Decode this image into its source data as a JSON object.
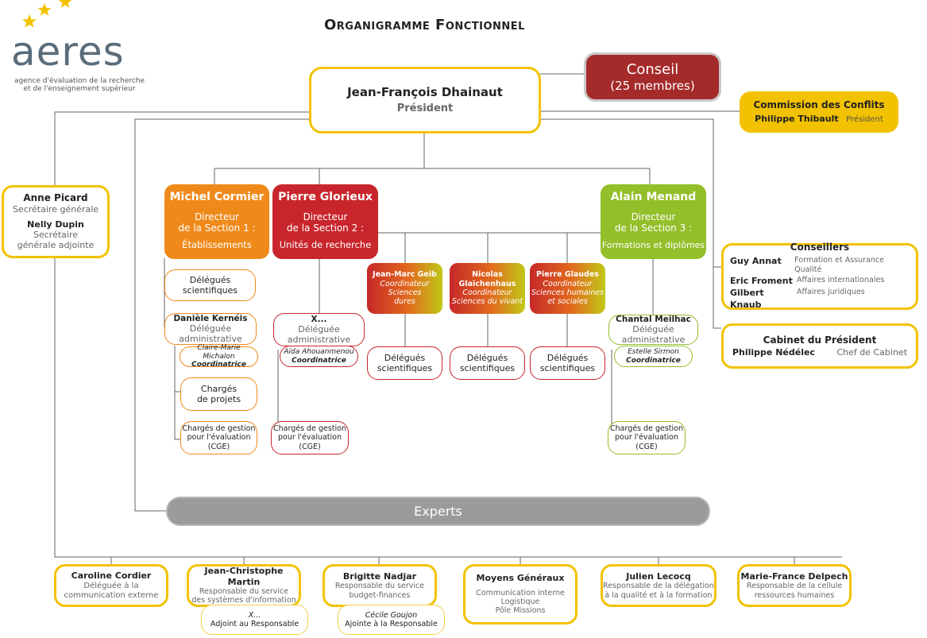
{
  "header": {
    "title": "Organigramme Fonctionnel",
    "logo": {
      "brand": "aeres",
      "tagline_1": "agence d'évaluation de la recherche",
      "tagline_2": "et de l'enseignement supérieur",
      "star_color": "#f2c200",
      "text_color": "#5a6c7a"
    }
  },
  "president": {
    "name": "Jean-François Dhainaut",
    "role": "Président"
  },
  "conseil": {
    "line1": "Conseil",
    "line2": "(25 membres)",
    "color": "#a52a2a"
  },
  "commission": {
    "title": "Commission des Conflits",
    "name": "Philippe Thibault",
    "role": "Président",
    "color": "#f2c200"
  },
  "secretariat": {
    "name1": "Anne Picard",
    "role1": "Secrétaire générale",
    "name2": "Nelly Dupin",
    "role2a": "Secrétaire",
    "role2b": "générale adjointe"
  },
  "conseillers": {
    "title": "Conseillers",
    "rows": [
      {
        "name": "Guy Annat",
        "domain": "Formation et Assurance Qualité"
      },
      {
        "name": "Eric Froment",
        "domain": "Affaires internationales"
      },
      {
        "name": "Gilbert Knaub",
        "domain": "Affaires juridiques"
      }
    ]
  },
  "cabinet": {
    "title": "Cabinet du Président",
    "name": "Philippe Nédélec",
    "role": "Chef de Cabinet"
  },
  "sections": [
    {
      "name": "Michel Cormier",
      "l1": "Directeur",
      "l2": "de la Section 1 :",
      "l3": "Établissements",
      "color": "#ef8a1a"
    },
    {
      "name": "Pierre Glorieux",
      "l1": "Directeur",
      "l2": "de la Section 2 :",
      "l3": "Unités de recherche",
      "color": "#c8262c"
    },
    {
      "name": "Alain Menand",
      "l1": "Directeur",
      "l2": "de la Section 3 :",
      "l3": "Formations et diplômes",
      "color": "#93bf2a"
    }
  ],
  "section1": {
    "delegues": {
      "l1": "Délégués",
      "l2": "scientifiques"
    },
    "deleguee": {
      "name": "Danièle Kernéis",
      "l1": "Déléguée",
      "l2": "administrative"
    },
    "coordinatrice": {
      "name": "Claire-Marie Michalon",
      "role": "Coordinatrice"
    },
    "charges_projets": {
      "l1": "Chargés",
      "l2": "de projets"
    },
    "cge": {
      "l1": "Chargés de gestion",
      "l2": "pour l'évaluation",
      "l3": "(CGE)"
    }
  },
  "section2": {
    "deleguee": {
      "name": "X...",
      "l1": "Déléguée",
      "l2": "administrative"
    },
    "coordinatrice": {
      "name": "Aïda Ahouanmenou",
      "role": "Coordinatrice"
    },
    "cge": {
      "l1": "Chargés de gestion",
      "l2": "pour l'évaluation",
      "l3": "(CGE)"
    }
  },
  "coordinateurs": [
    {
      "n1": "Jean-Marc Geib",
      "n2": "",
      "role": "Coordinateur",
      "d1": "Sciences",
      "d2": "dures"
    },
    {
      "n1": "Nicolas",
      "n2": "Glaichenhaus",
      "role": "Coordinateur",
      "d1": "Sciences du vivant",
      "d2": ""
    },
    {
      "n1": "Pierre Glaudes",
      "n2": "",
      "role": "Coordinateur",
      "d1": "Sciences humaines",
      "d2": "et sociales"
    }
  ],
  "delegues_sci": {
    "l1": "Délégués",
    "l2": "scientifiques"
  },
  "section3": {
    "deleguee": {
      "name": "Chantal Meilhac",
      "l1": "Déléguée",
      "l2": "administrative"
    },
    "coordinatrice": {
      "name": "Estelle Sirmon",
      "role": "Coordinatrice"
    },
    "cge": {
      "l1": "Chargés de gestion",
      "l2": "pour l'évaluation",
      "l3": "(CGE)"
    }
  },
  "experts": {
    "label": "Experts",
    "color": "#9b9b9e"
  },
  "bottom": [
    {
      "name": "Caroline Cordier",
      "l1": "Déléguée à la",
      "l2": "communication externe"
    },
    {
      "name": "Jean-Christophe Martin",
      "l1": "Responsable du service",
      "l2": "des systèmes d'information"
    },
    {
      "name": "Brigitte Nadjar",
      "l1": "Responsable du service",
      "l2": "budget-finances"
    },
    {
      "name": "Moyens Généraux",
      "l1": "Communication interne",
      "l2": "Logistique",
      "l3": "Pôle Missions"
    },
    {
      "name": "Julien Lecocq",
      "l1": "Responsable de la délégation",
      "l2": "à la qualité et à la formation"
    },
    {
      "name": "Marie-France Delpech",
      "l1": "Responsable de la cellule",
      "l2": "ressources humaines"
    }
  ],
  "adjoints": [
    {
      "name": "X...",
      "role": "Adjoint au Responsable"
    },
    {
      "name": "Cécile Goujon",
      "role": "Ajointe à la Responsable"
    }
  ]
}
